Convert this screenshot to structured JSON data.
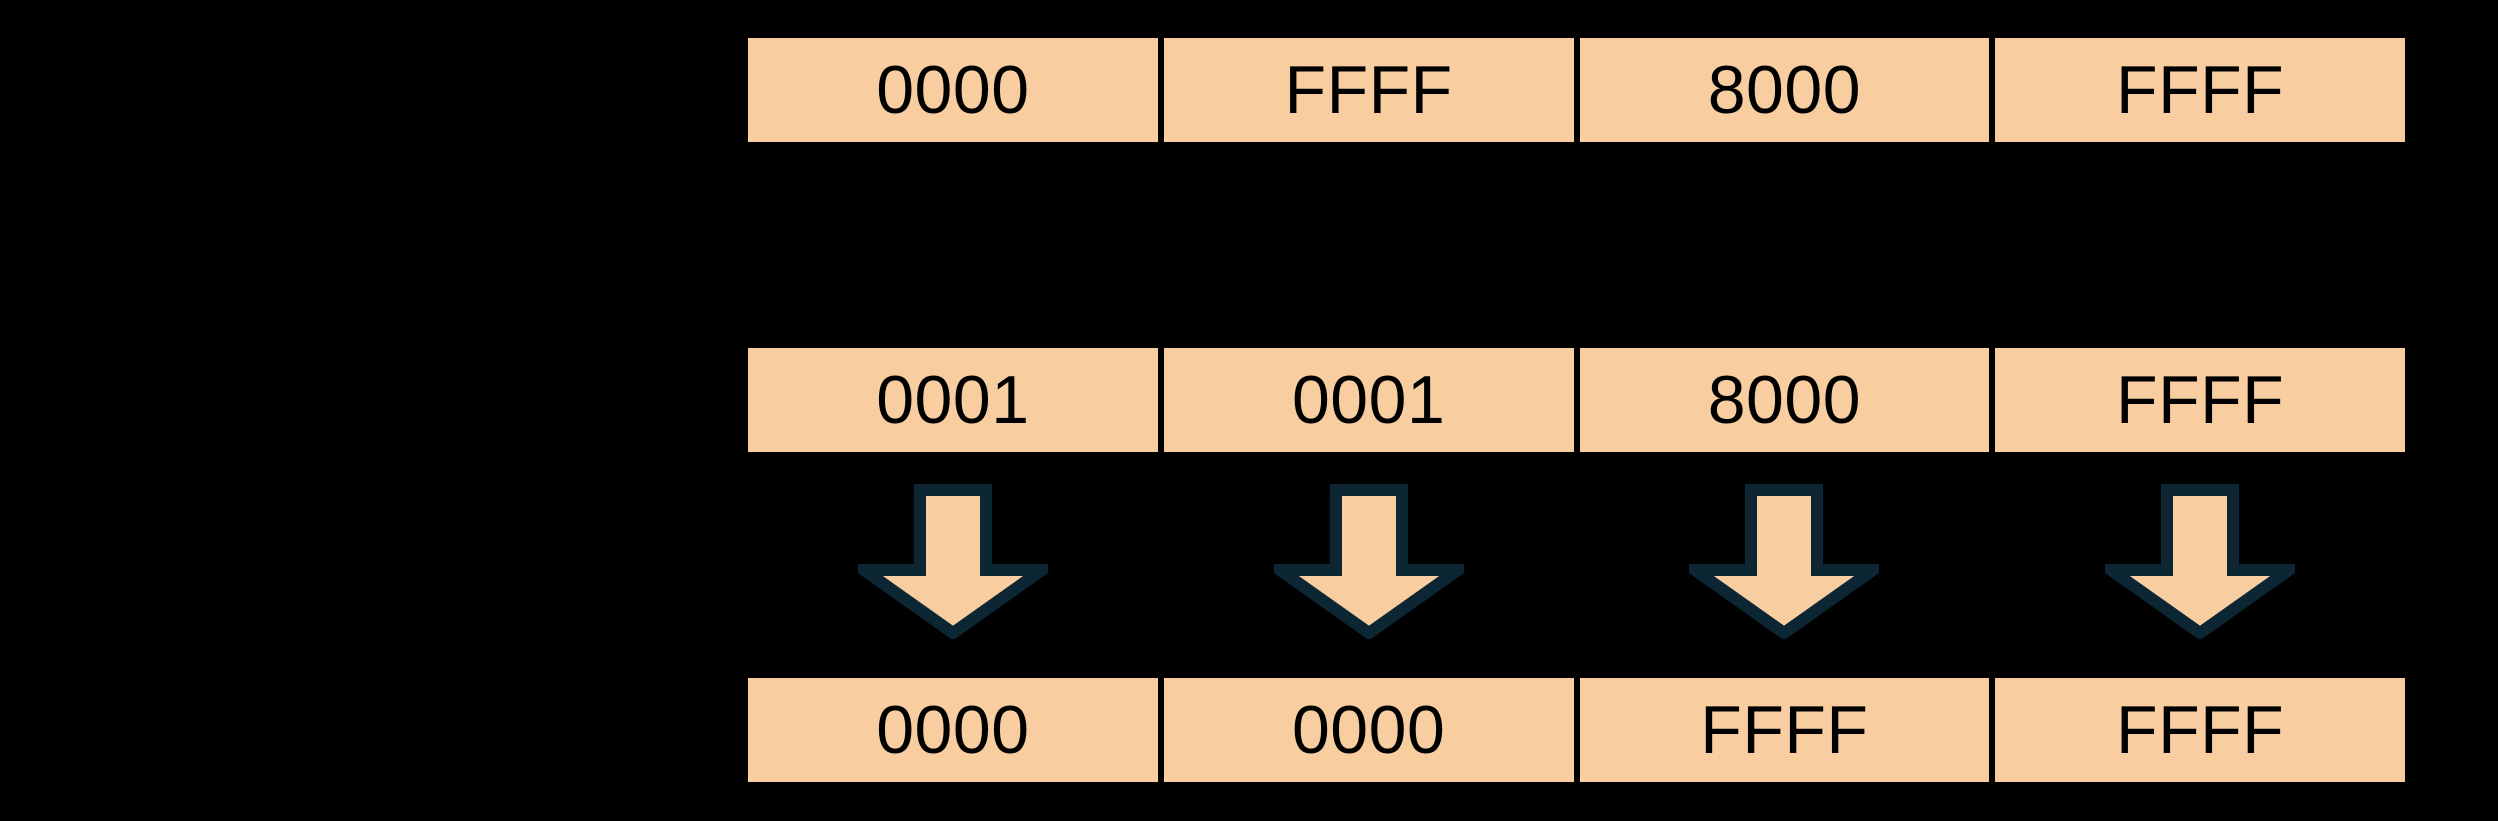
{
  "diagram": {
    "background_color": "#000000",
    "cell_fill_color": "#f8cd9f",
    "cell_text_color": "#000000",
    "arrow_fill_color": "#f8cd9f",
    "arrow_stroke_color": "#0d2633",
    "rows": [
      {
        "name": "top-row",
        "cells": [
          "0000",
          "FFFF",
          "8000",
          "FFFF"
        ]
      },
      {
        "name": "middle-row",
        "cells": [
          "0001",
          "0001",
          "8000",
          "FFFF"
        ]
      },
      {
        "name": "bottom-row",
        "cells": [
          "0000",
          "0000",
          "FFFF",
          "FFFF"
        ]
      }
    ],
    "arrows": [
      {
        "name": "down-arrow-1",
        "direction": "down"
      },
      {
        "name": "down-arrow-2",
        "direction": "down"
      },
      {
        "name": "down-arrow-3",
        "direction": "down"
      },
      {
        "name": "down-arrow-4",
        "direction": "down"
      }
    ]
  }
}
